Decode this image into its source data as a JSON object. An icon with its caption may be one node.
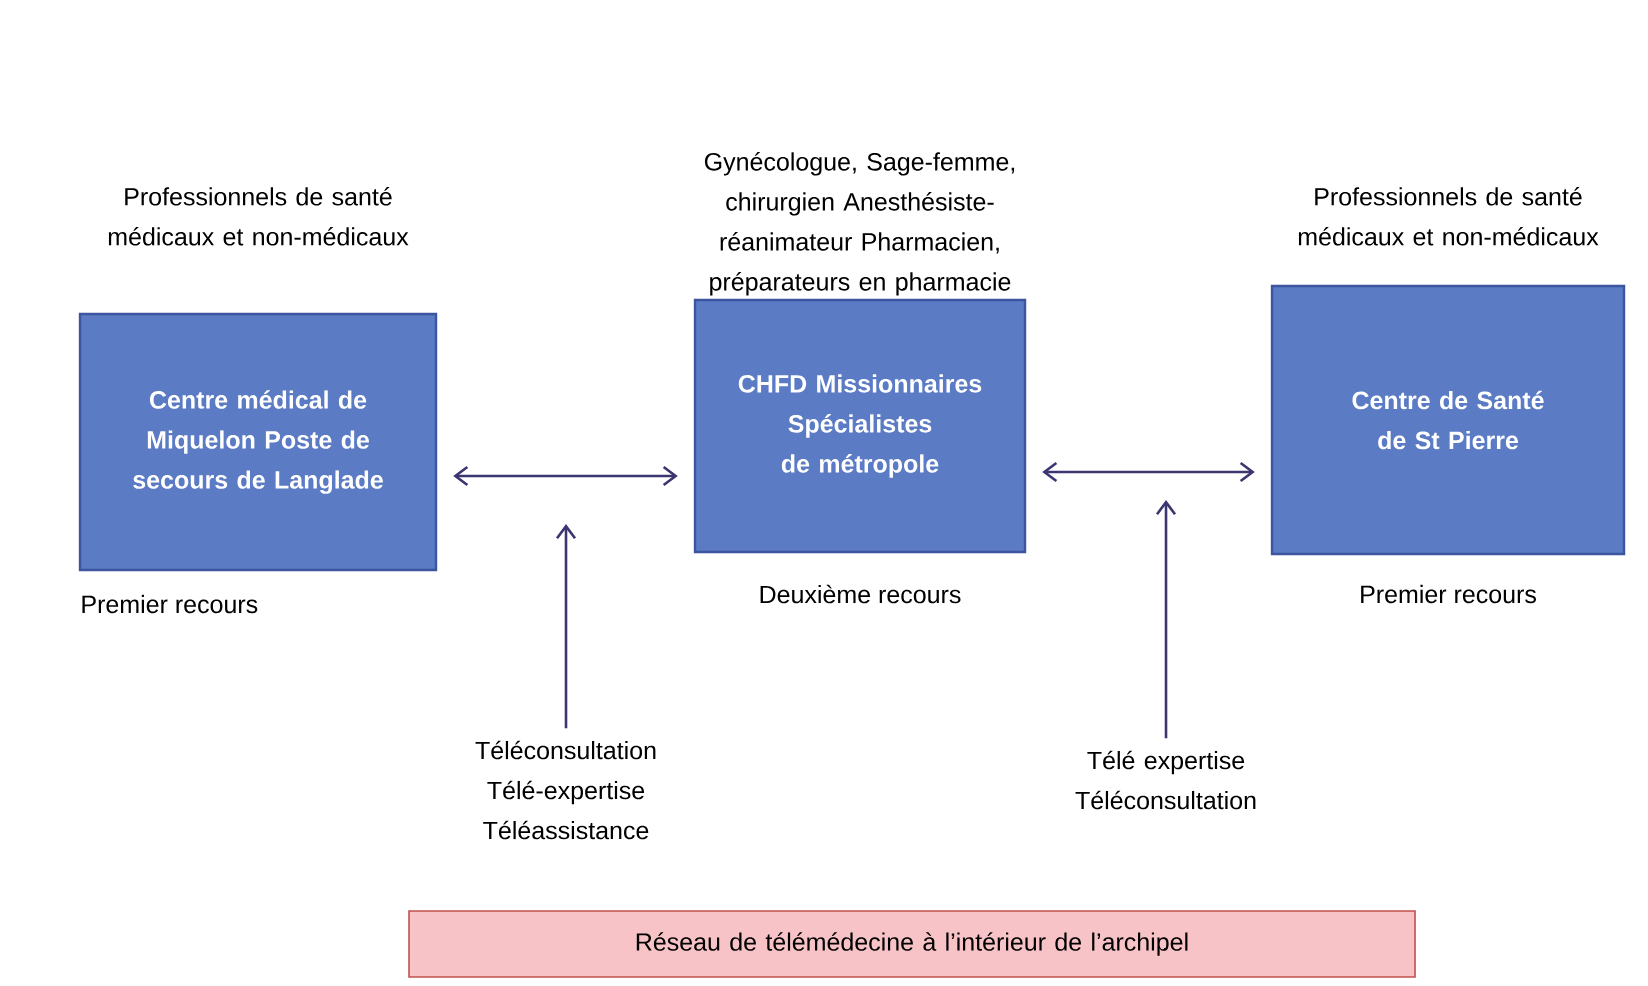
{
  "diagram": {
    "nodes": [
      {
        "text": [
          "Centre médical de Miquelon Poste de secours de Langlade"
        ],
        "beside": [
          "Professionnels de santé médicaux et non-médicaux",
          "Premier recours"
        ]
      },
      {
        "text": [
          "CHFD Missionnaires Spécialistes de métropole"
        ],
        "beside": [
          "Gynécologue, Sage-femme, chirurgien Anesthésiste-réanimateur Pharmacien, préparateurs en pharmacie",
          "Deuxième recours"
        ]
      },
      {
        "text": [
          "Centre de Santé de St Pierre"
        ],
        "beside": [
          "Professionnels de santé médicaux et non-médicaux",
          "Premier recours"
        ]
      },
      {
        "text": [
          "Téléconsultation Télé-expertise Téléassistance"
        ]
      },
      {
        "text": [
          "Télé expertise Téléconsultation"
        ]
      },
      {
        "text": [
          "Réseau de télémédecine à l’intérieur de l’archipel"
        ]
      }
    ],
    "edges": [
      {
        "from": 0,
        "to": 1,
        "arrow": "both"
      },
      {
        "from": 1,
        "to": 2,
        "arrow": "both"
      },
      {
        "from": 3,
        "to": null,
        "arrow": "to"
      },
      {
        "from": 4,
        "to": null,
        "arrow": "to"
      }
    ]
  }
}
